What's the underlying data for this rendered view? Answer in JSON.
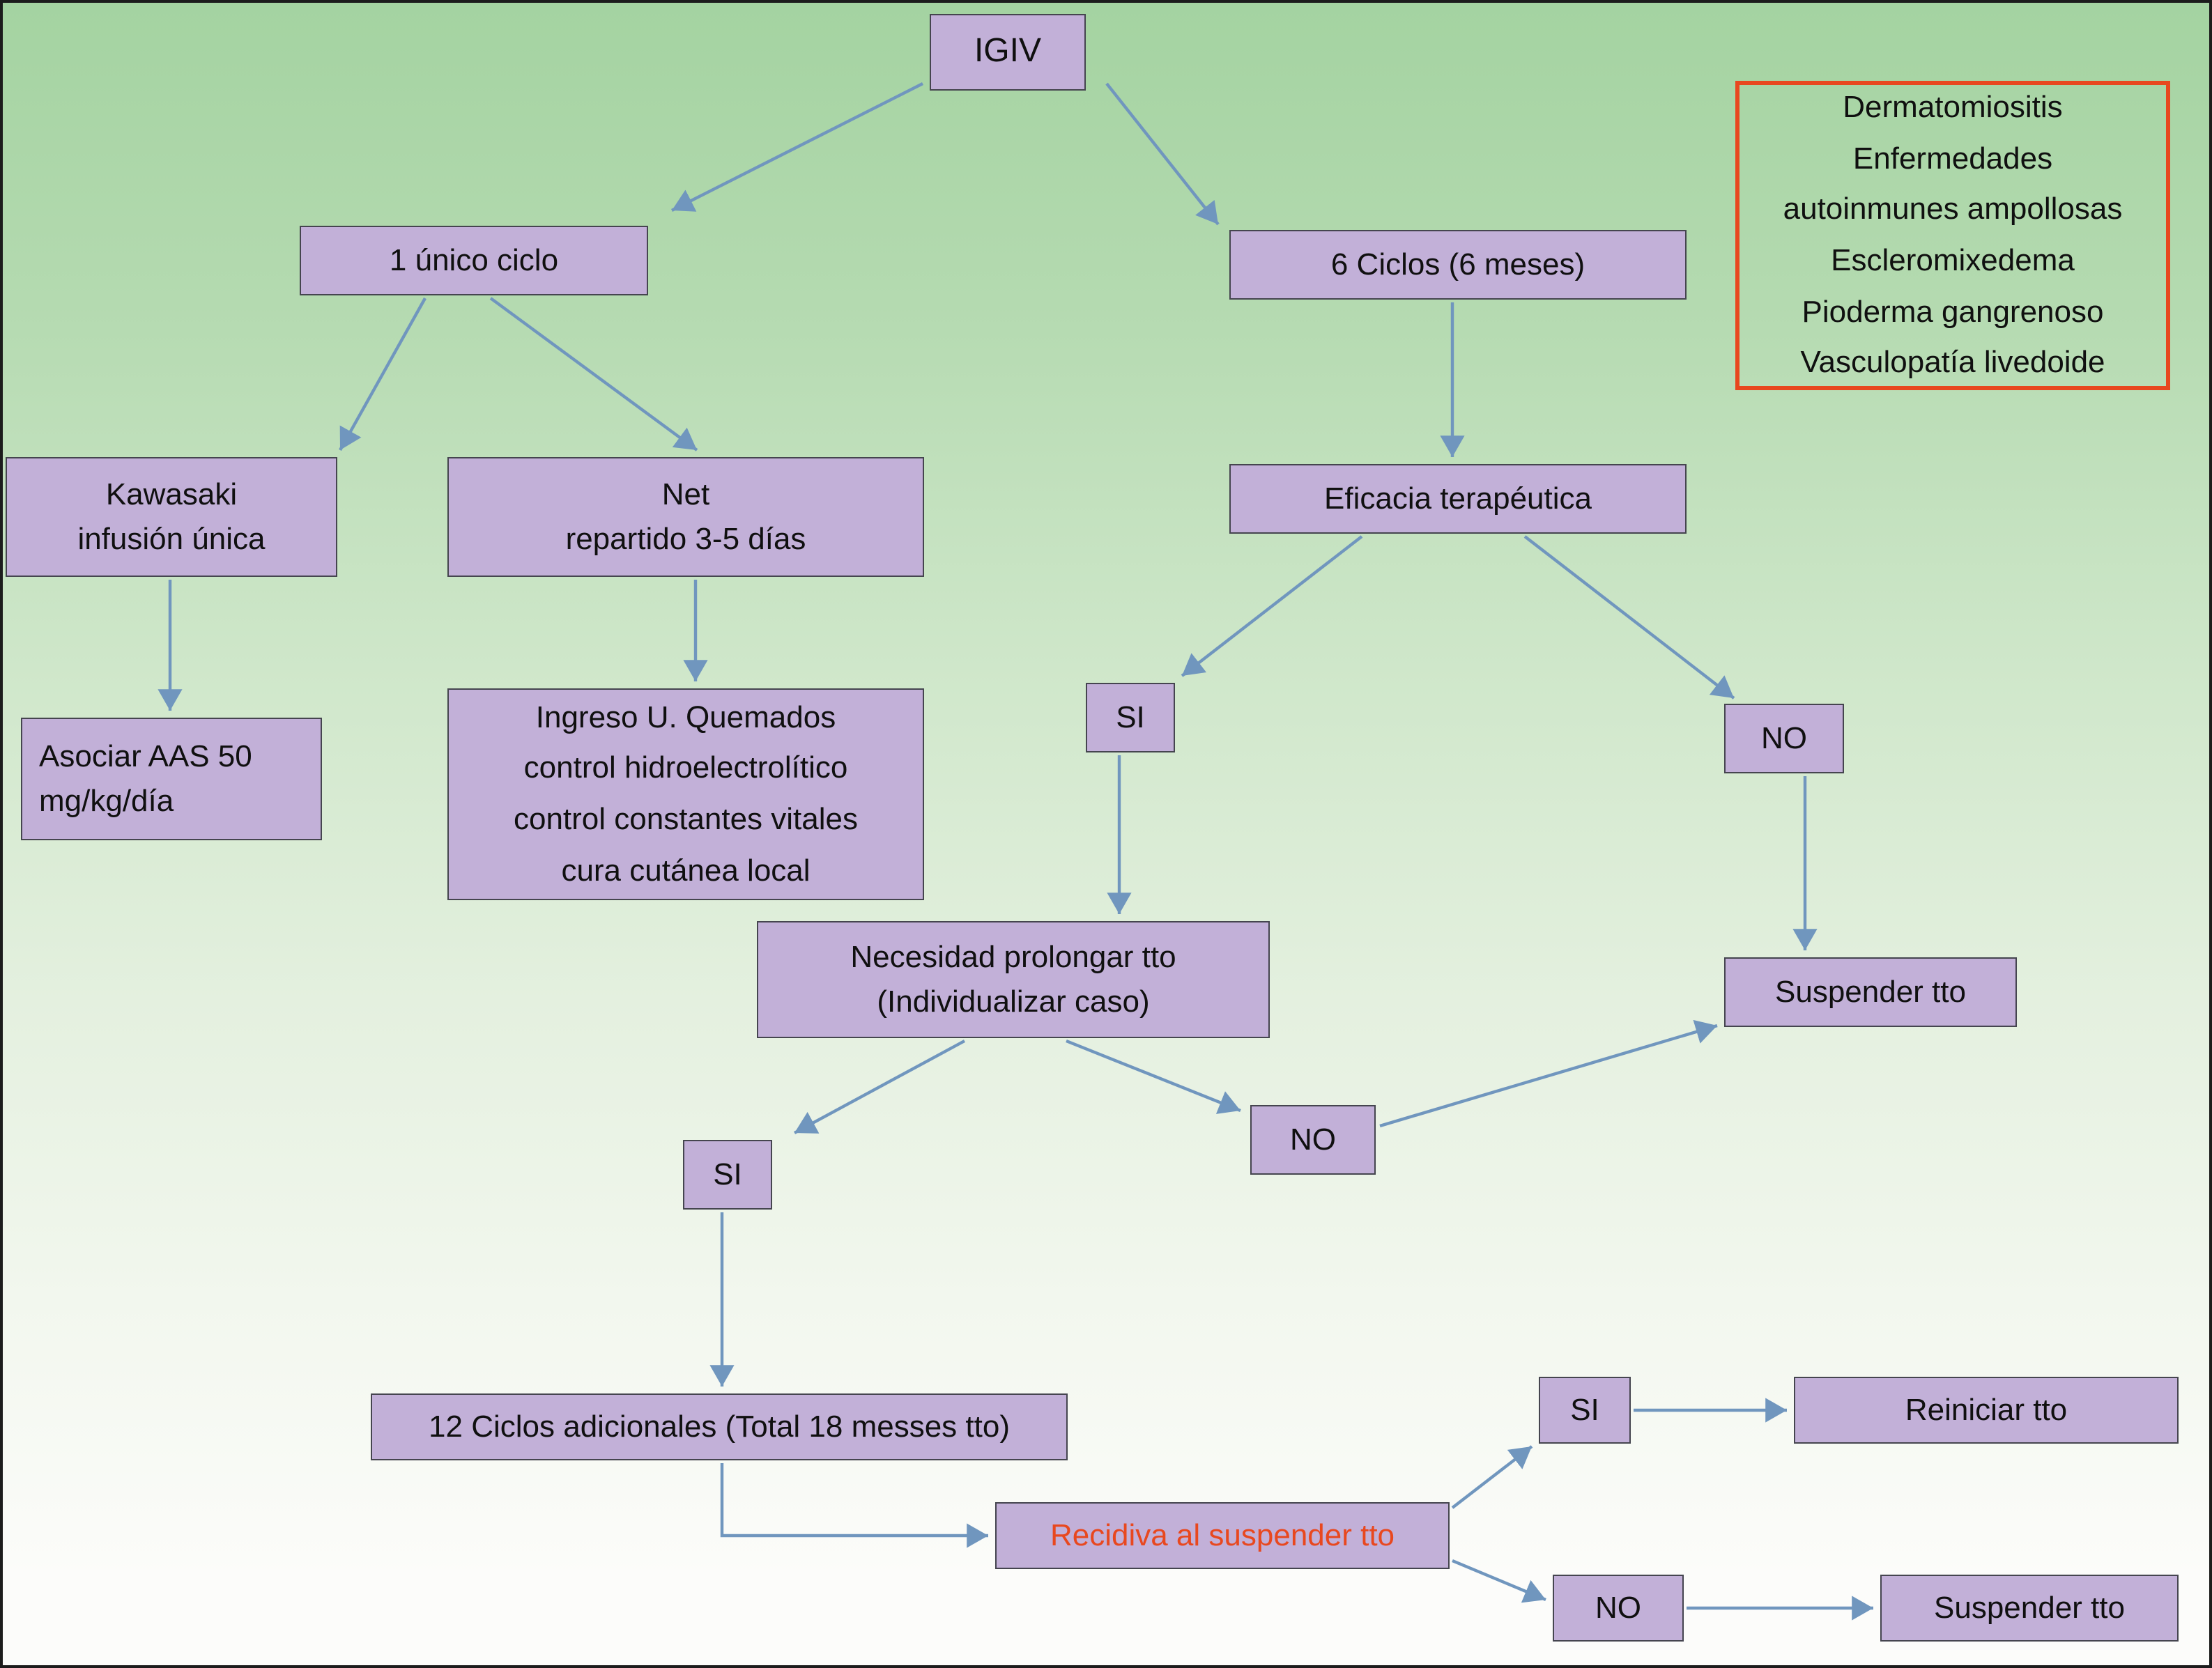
{
  "colors": {
    "node_fill": "#c2b0d8",
    "arrow": "#7096be",
    "red_accent": "#e8481f",
    "bg_top": "#a4d3a1",
    "bg_bottom": "#fcfcfa"
  },
  "nodes": {
    "igiv": "IGIV",
    "single_cycle": "1 único ciclo",
    "six_cycles": "6 Ciclos (6 meses)",
    "indications": "Dermatomiositis\nEnfermedades\nautoinmunes ampollosas\nEscleromixedema\nPioderma gangrenoso\nVasculopatía livedoide",
    "kawasaki": "Kawasaki\ninfusión única",
    "net": "Net\nrepartido 3-5 días",
    "asociar_aas": "Asociar AAS 50\nmg/kg/día",
    "ingreso": "Ingreso U. Quemados\ncontrol hidroelectrolítico\ncontrol constantes vitales\ncura cutánea local",
    "eficacia": "Eficacia terapéutica",
    "si_eficacia": "SI",
    "no_eficacia": "NO",
    "necesidad": "Necesidad prolongar tto\n(Individualizar caso)",
    "suspender_tto_1": "Suspender tto",
    "si_prolongar": "SI",
    "no_prolongar": "NO",
    "ciclos_adicionales": "12 Ciclos adicionales (Total 18 messes tto)",
    "recidiva": "Recidiva al suspender tto",
    "si_recidiva": "SI",
    "reiniciar_tto": "Reiniciar tto",
    "no_recidiva": "NO",
    "suspender_tto_2": "Suspender tto"
  }
}
